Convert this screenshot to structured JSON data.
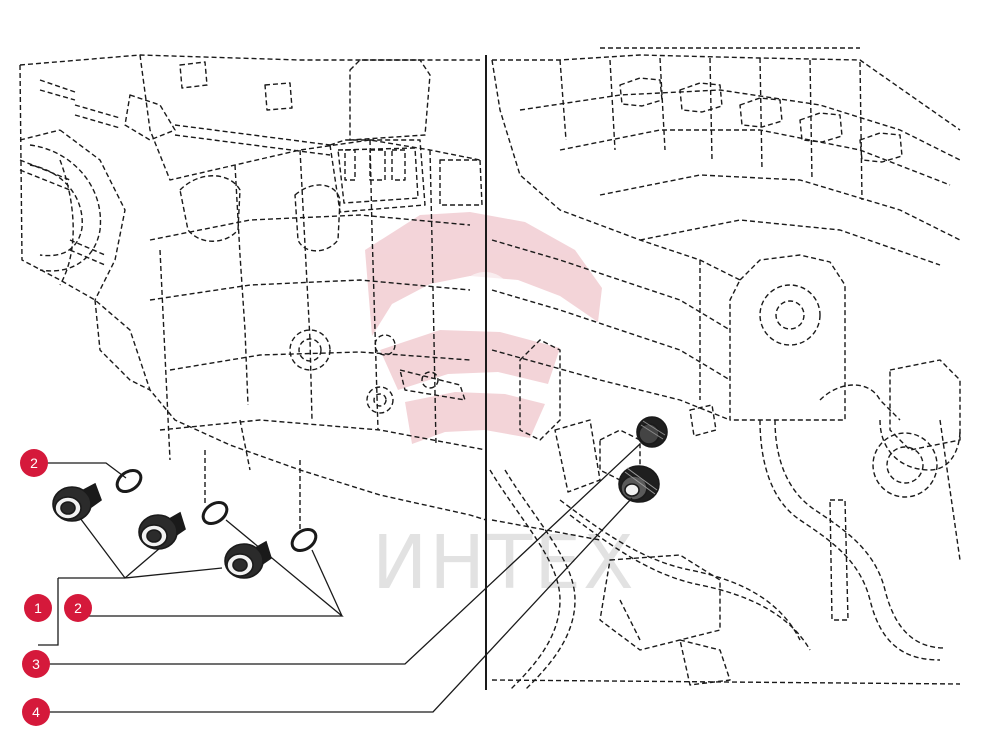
{
  "callouts": {
    "c2_top": "2",
    "c1": "1",
    "c2_mid": "2",
    "c3": "3",
    "c4": "4"
  },
  "watermark": {
    "text": "ИНТЕХ"
  },
  "colors": {
    "callout_fill": "#d5193b",
    "watermark_red": "#f1cdd2",
    "line": "#1a1a1a"
  }
}
